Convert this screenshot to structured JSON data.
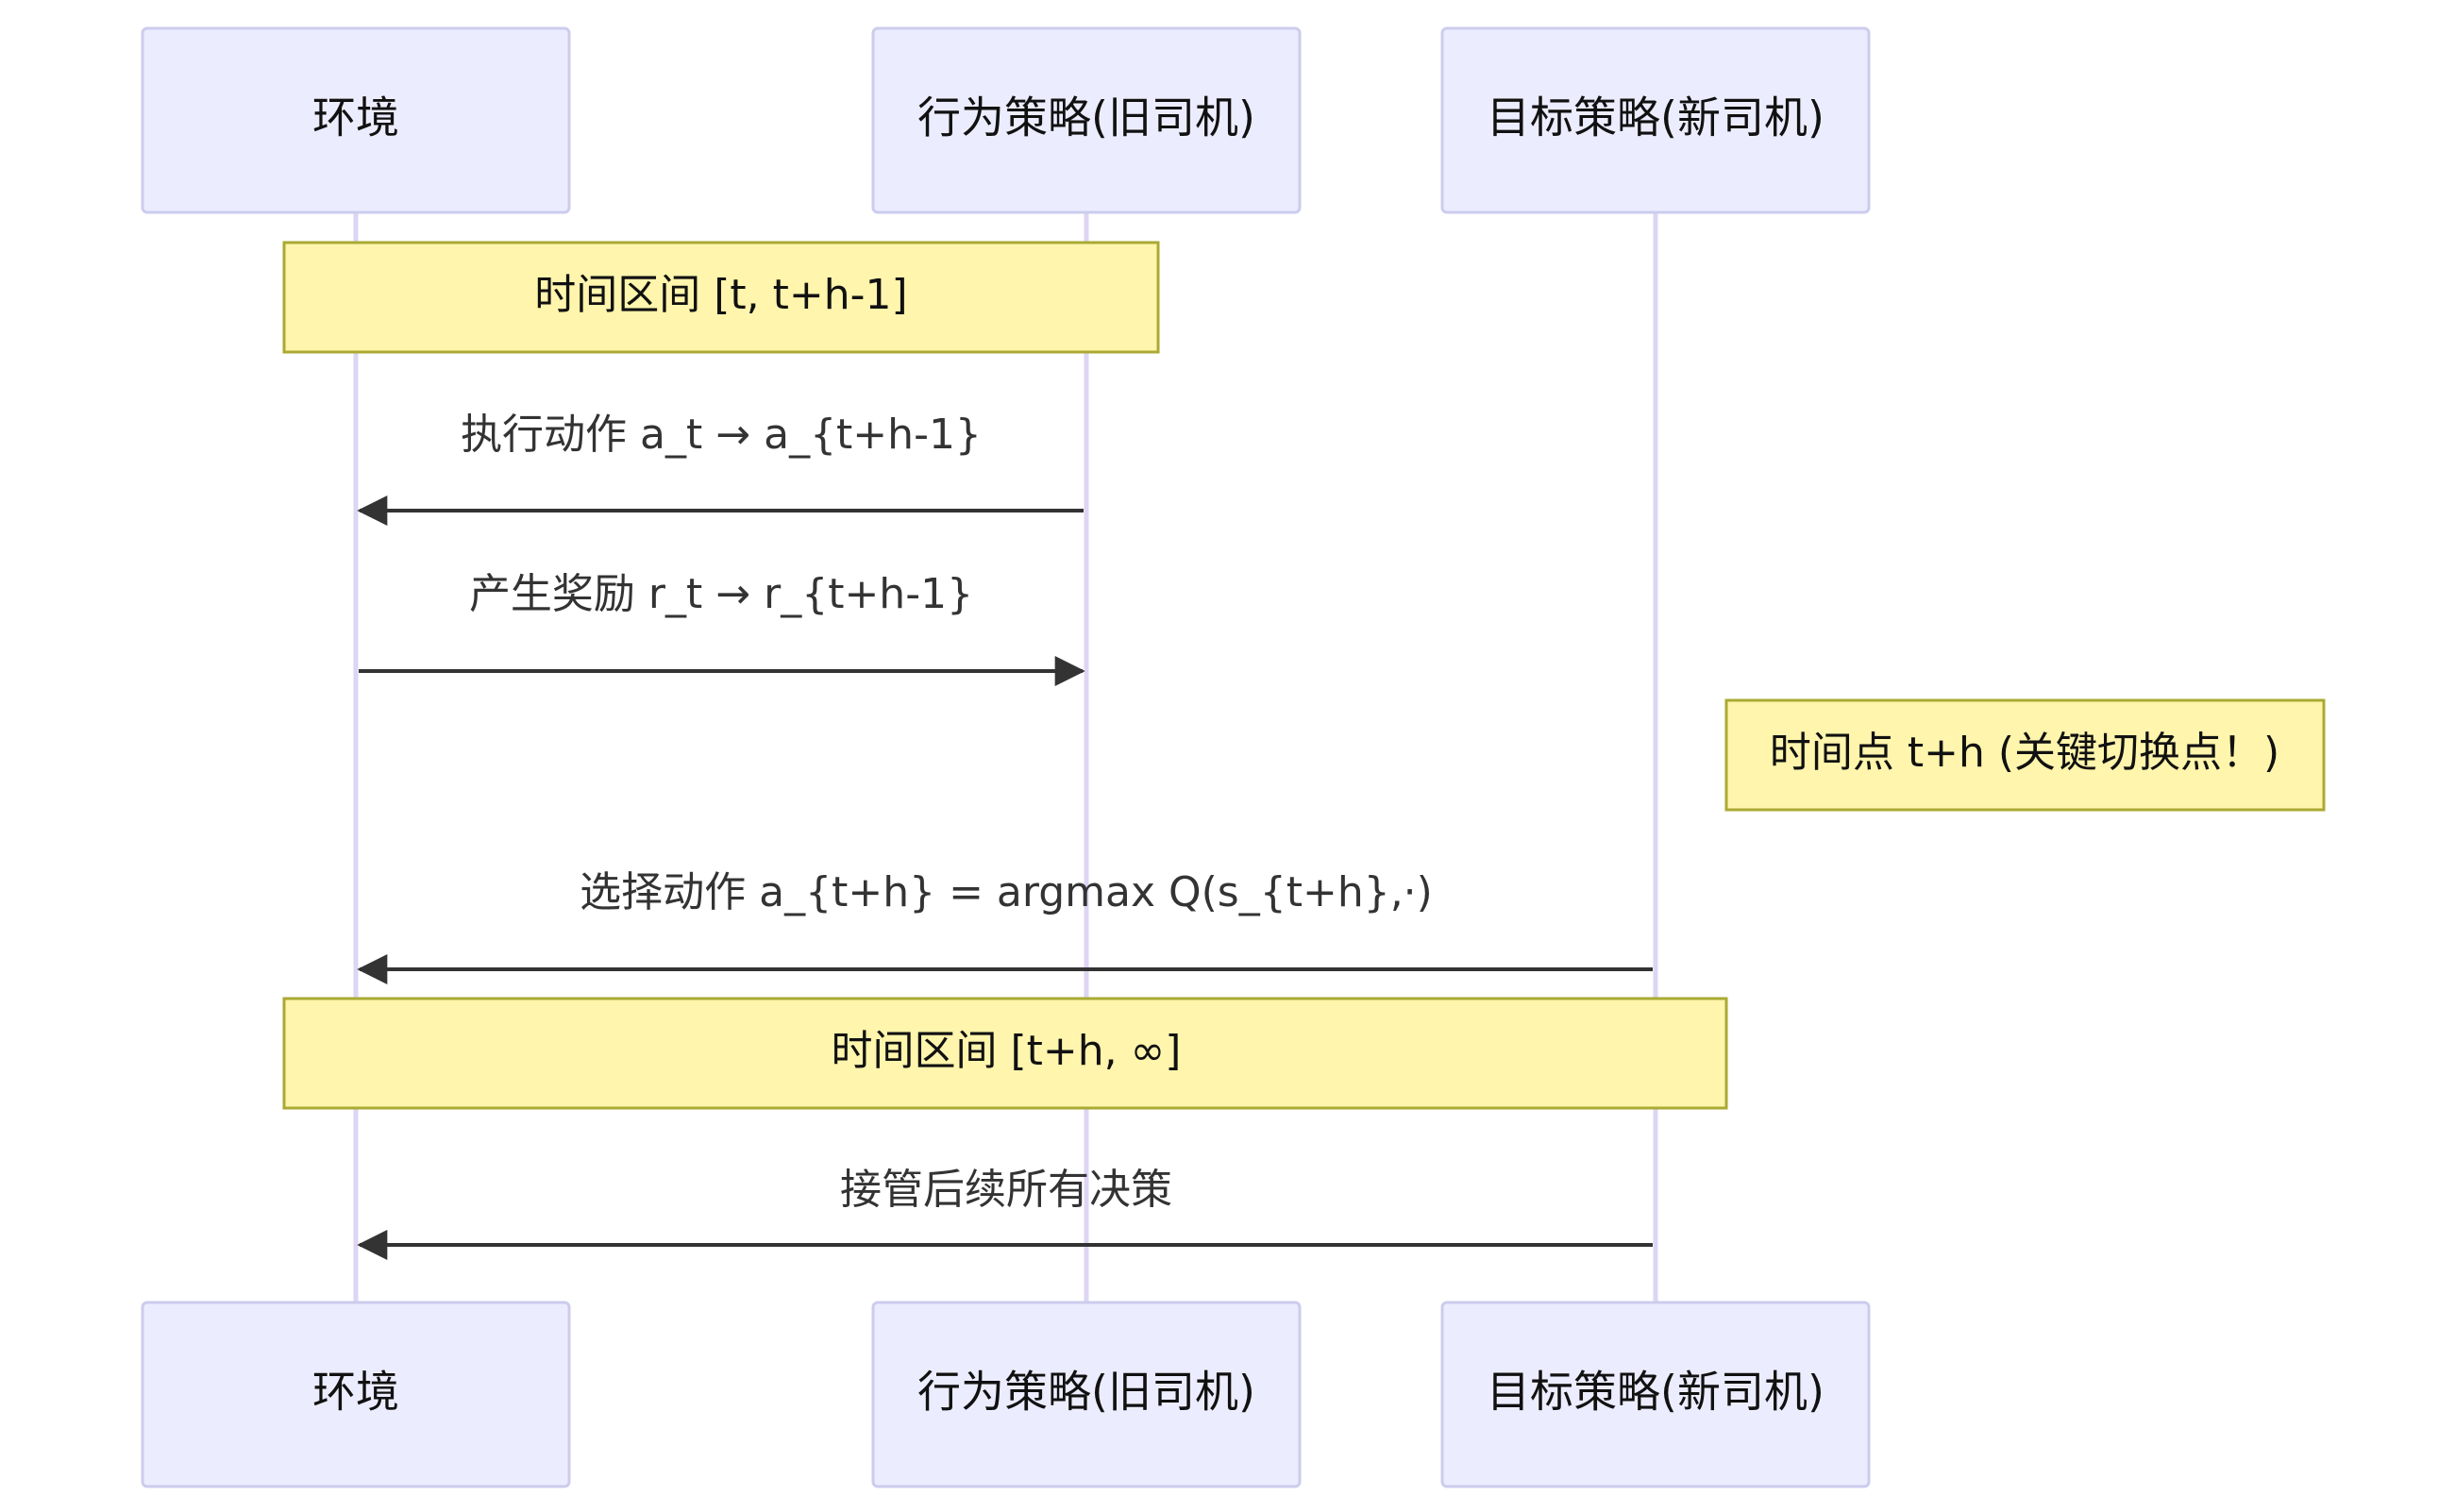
{
  "actors": [
    {
      "label": "环境"
    },
    {
      "label": "行为策略(旧司机)"
    },
    {
      "label": "目标策略(新司机)"
    }
  ],
  "notes": [
    {
      "text": "时间区间 [t, t+h-1]"
    },
    {
      "text": "时间点 t+h (关键切换点！)"
    },
    {
      "text": "时间区间 [t+h, ∞]"
    }
  ],
  "messages": [
    {
      "text": "执行动作 a_t → a_{t+h-1}"
    },
    {
      "text": "产生奖励 r_t → r_{t+h-1}"
    },
    {
      "text": "选择动作 a_{t+h} = argmax Q(s_{t+h},·)"
    },
    {
      "text": "接管后续所有决策"
    }
  ],
  "colors": {
    "actor_fill": "#ececff",
    "actor_border": "#ccccee",
    "note_fill": "#fff5ad",
    "note_border": "#aaaa33",
    "lifeline": "#ddd5f3",
    "arrow": "#333333"
  }
}
